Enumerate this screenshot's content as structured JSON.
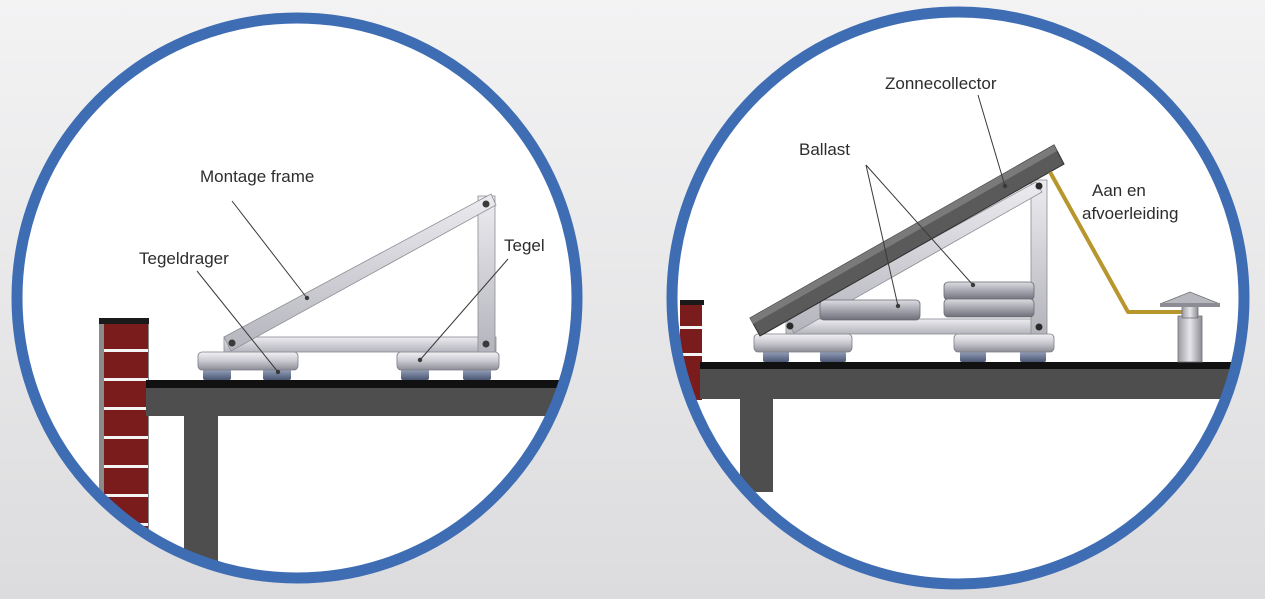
{
  "left_panel": {
    "labels": {
      "montage_frame": "Montage frame",
      "tegeldrager": "Tegeldrager",
      "tegel": "Tegel"
    }
  },
  "right_panel": {
    "labels": {
      "zonnecollector": "Zonnecollector",
      "ballast": "Ballast",
      "aan_en": "Aan en",
      "afvoerleiding": "afvoerleiding"
    }
  },
  "colors": {
    "ring": "#3f6db3",
    "brick": "#7a1c1c",
    "roof": "#4e4e4e",
    "panel": "#5a5a5a",
    "pipe": "#b8962e",
    "frame": "#c9c9d0"
  }
}
